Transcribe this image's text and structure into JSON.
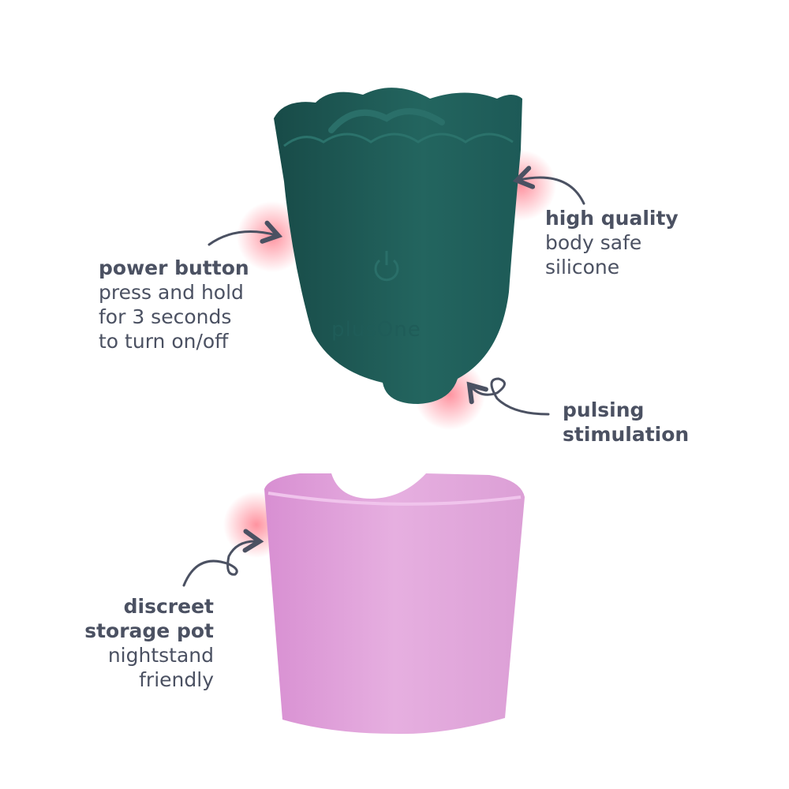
{
  "brand": {
    "logo_text": "plusOne"
  },
  "colors": {
    "body": "#1f5f5b",
    "pot": "#e2a6dc",
    "text": "#4b5162",
    "glow": "#ff6f80"
  },
  "callouts": {
    "power": {
      "title": "power button",
      "lines": [
        "press and hold",
        "for 3 seconds",
        "to turn on/off"
      ]
    },
    "quality": {
      "title": "high quality",
      "lines": [
        "body safe",
        "silicone"
      ]
    },
    "pulse": {
      "title_lines": [
        "pulsing",
        "stimulation"
      ]
    },
    "pot": {
      "title_lines": [
        "discreet",
        "storage pot"
      ],
      "lines": [
        "nightstand",
        "friendly"
      ]
    }
  },
  "icons": [
    "power-icon",
    "arrow-icon"
  ]
}
